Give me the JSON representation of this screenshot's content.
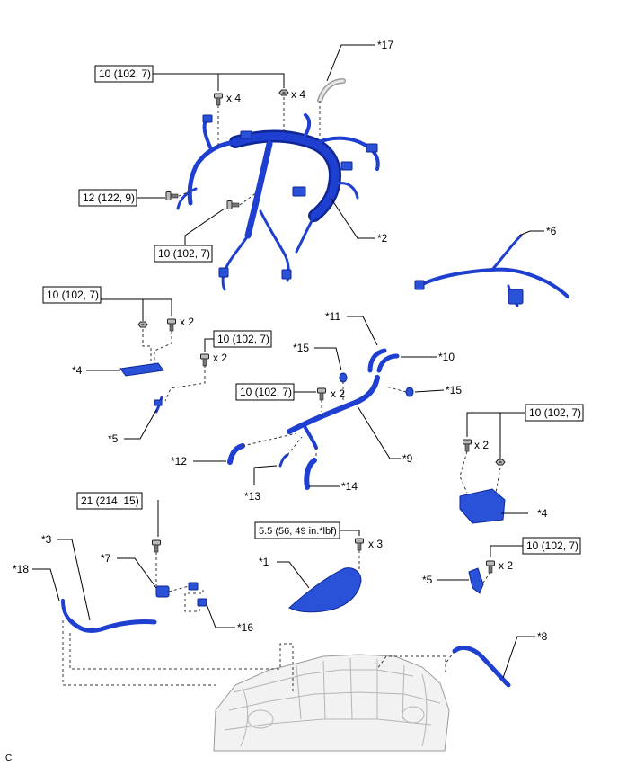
{
  "torque_labels": {
    "t1": "10 (102, 7)",
    "t2": "12 (122, 9)",
    "t3": "10 (102, 7)",
    "t4": "10 (102, 7)",
    "t5": "10 (102, 7)",
    "t6": "10 (102, 7)",
    "t7": "10 (102, 7)",
    "t8": "21 (214, 15)",
    "t9": "5.5 (56, 49 in.*lbf)",
    "t10": "10 (102, 7)"
  },
  "quantities": {
    "q1": "x 4",
    "q2": "x 4",
    "q3": "x 2",
    "q4": "x 2",
    "q5": "x 2",
    "q6": "x 2",
    "q7": "x 3",
    "q8": "x 2"
  },
  "callouts": {
    "c17": "*17",
    "c2": "*2",
    "c6": "*6",
    "c4a": "*4",
    "c5a": "*5",
    "c11": "*11",
    "c15a": "*15",
    "c10": "*10",
    "c15b": "*15",
    "c9": "*9",
    "c12": "*12",
    "c13": "*13",
    "c14": "*14",
    "c4b": "*4",
    "c3": "*3",
    "c18": "*18",
    "c7": "*7",
    "c16": "*16",
    "c1": "*1",
    "c5b": "*5",
    "c8": "*8"
  },
  "corner_code": "C",
  "colors": {
    "harness_blue": "#1e3fcf",
    "harness_dark": "#0f2696",
    "engine_gray": "#f2f2f2"
  },
  "icons": [
    "bolt-icon",
    "nut-icon",
    "clip-icon"
  ]
}
